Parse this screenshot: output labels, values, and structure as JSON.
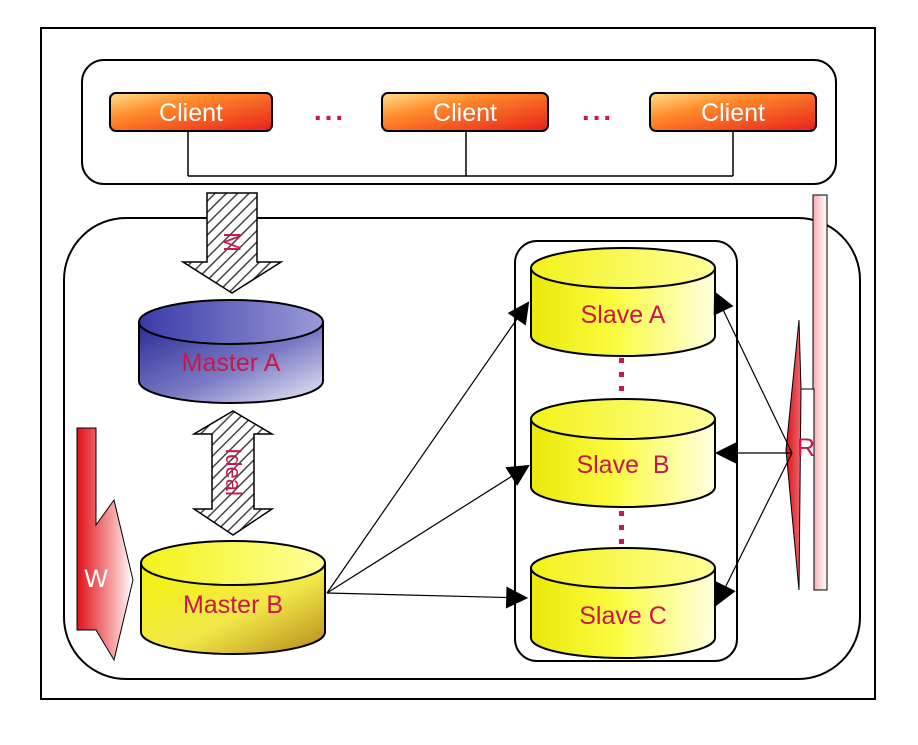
{
  "colors": {
    "label_red": "#c8174a",
    "client_fill": "#ff6a1a",
    "slave_fill": "#f2f21a",
    "master_a_fill": "#3a3aa8",
    "master_b_fill": "#f2f21a"
  },
  "clients": [
    {
      "label": "Client"
    },
    {
      "label": "Client"
    },
    {
      "label": "Client"
    }
  ],
  "ellipsis": "...",
  "masters": {
    "a": {
      "label": "Master A"
    },
    "b": {
      "label": "Master B"
    }
  },
  "slaves": [
    {
      "label": "Slave A"
    },
    {
      "label": "Slave  B"
    },
    {
      "label": "Slave C"
    }
  ],
  "arrows": {
    "w": "W",
    "r": "R",
    "m": "M",
    "ideal": "Ideal"
  }
}
